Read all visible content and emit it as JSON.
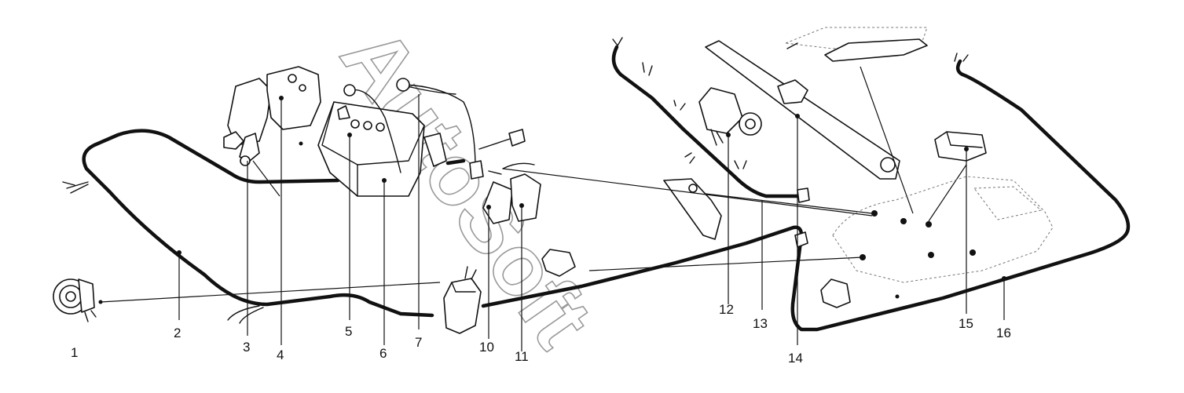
{
  "watermark": "AutoSoft",
  "callouts": [
    {
      "id": "1",
      "label": "1"
    },
    {
      "id": "2",
      "label": "2"
    },
    {
      "id": "3",
      "label": "3"
    },
    {
      "id": "4",
      "label": "4"
    },
    {
      "id": "5",
      "label": "5"
    },
    {
      "id": "6",
      "label": "6"
    },
    {
      "id": "7",
      "label": "7"
    },
    {
      "id": "10",
      "label": "10"
    },
    {
      "id": "11",
      "label": "11"
    },
    {
      "id": "12",
      "label": "12"
    },
    {
      "id": "13",
      "label": "13"
    },
    {
      "id": "14",
      "label": "14"
    },
    {
      "id": "15",
      "label": "15"
    },
    {
      "id": "16",
      "label": "16"
    }
  ],
  "colors": {
    "ink": "#111111",
    "watermark": "#9a9a9a",
    "background": "#ffffff"
  }
}
